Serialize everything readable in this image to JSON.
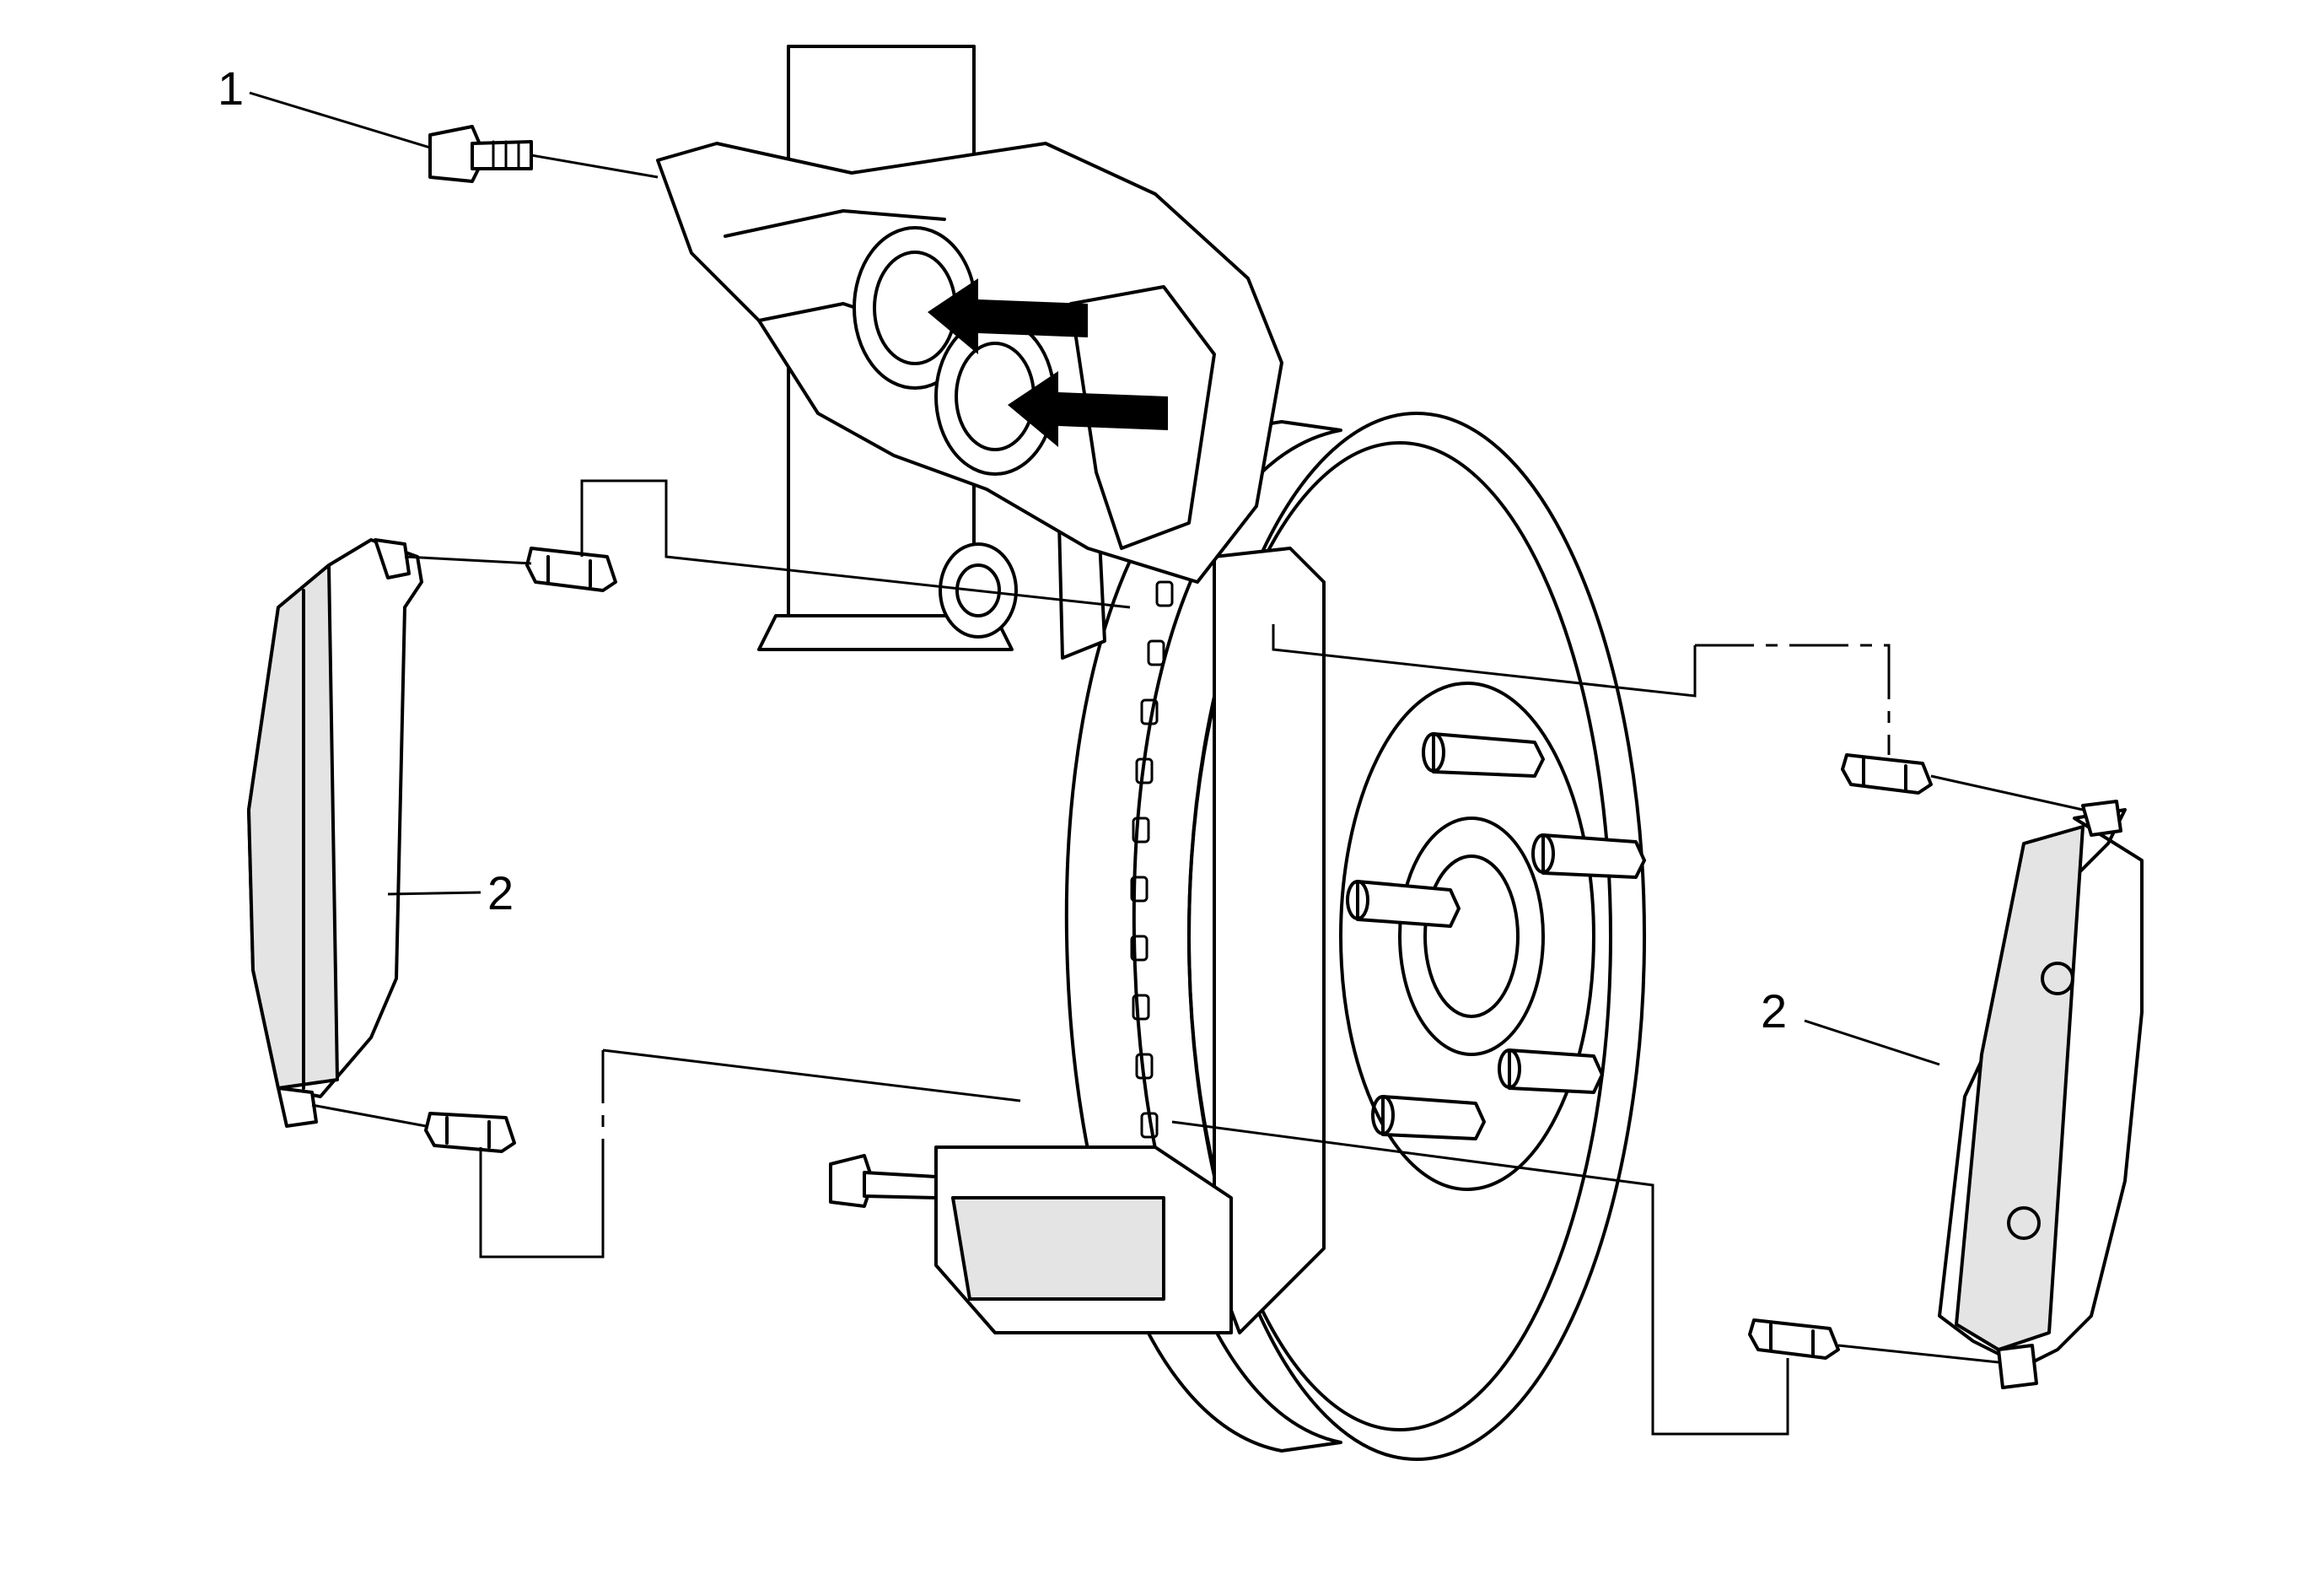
{
  "callouts": [
    {
      "id": "bolt",
      "label": "1"
    },
    {
      "id": "pad-left",
      "label": "2"
    },
    {
      "id": "pad-right",
      "label": "2"
    }
  ],
  "icons": [
    "push-arrow-icon"
  ],
  "colors": {
    "line": "#000000",
    "background": "#ffffff",
    "shade": "#e4e4e4"
  }
}
